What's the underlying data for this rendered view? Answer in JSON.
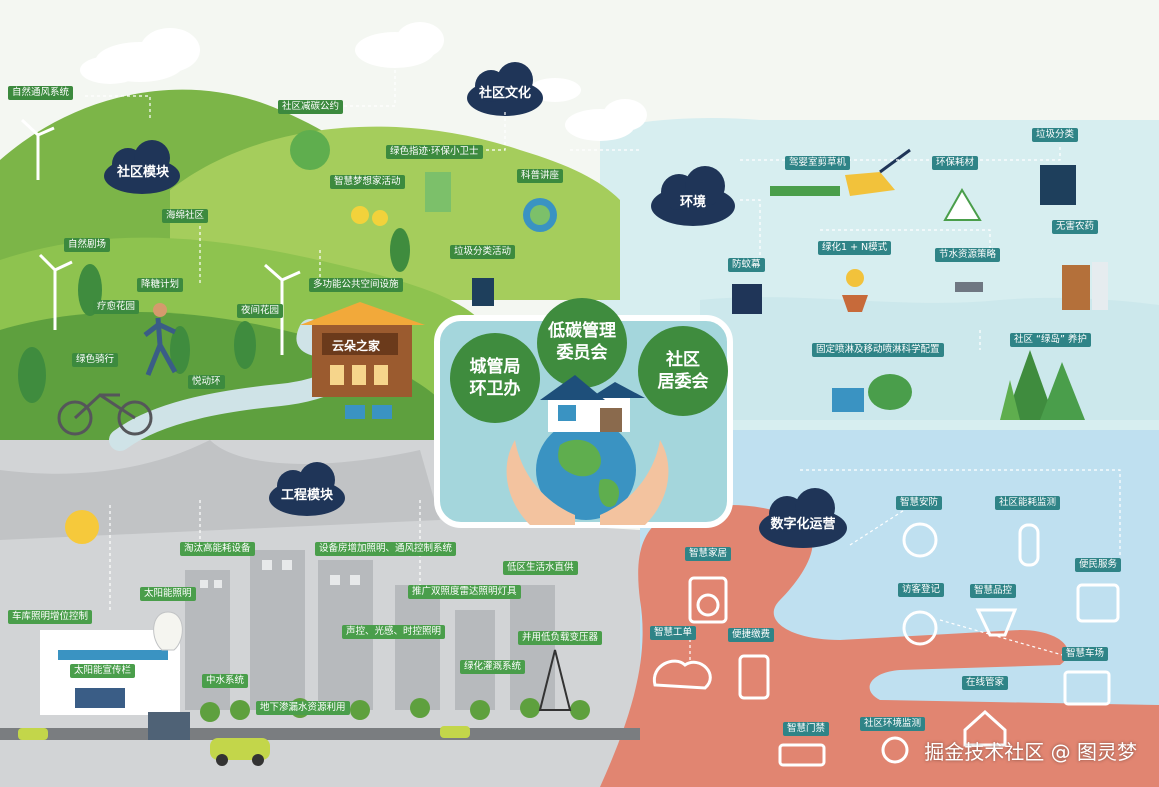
{
  "center": {
    "circles": [
      {
        "line1": "城管局",
        "line2": "环卫办"
      },
      {
        "line1": "低碳管理",
        "line2": "委员会"
      },
      {
        "line1": "社区",
        "line2": "居委会"
      }
    ]
  },
  "modules": {
    "community": "社区模块",
    "culture": "社区文化",
    "environment": "环境",
    "engineering": "工程模块",
    "digital": "数字化运营"
  },
  "community_labels": {
    "ventilation": "自然通风系统",
    "sponge": "海绵社区",
    "theater": "自然剧场",
    "cooling": "降糖计划",
    "healing_garden": "疗愈花园",
    "night_garden": "夜间花园",
    "public_space": "多功能公共空间设施",
    "green_ride": "绿色骑行",
    "joy_ring": "悦动环",
    "house_sign": "云朵之家"
  },
  "culture_labels": {
    "convention": "社区减碳公约",
    "guard": "绿色指迹·环保小卫士",
    "dream": "智慧梦想家活动",
    "lecture": "科普讲座",
    "waste_activity": "垃圾分类活动"
  },
  "environment_labels": {
    "mower": "驾婴室剪草机",
    "eco_material": "环保耗材",
    "sorting": "垃圾分类",
    "mosquito": "防蚊幕",
    "green_mode": "绿化1 + N模式",
    "water_saving": "节水资源策略",
    "pesticide": "无害农药",
    "spray": "固定喷淋及移动喷淋科学配置",
    "green_island": "社区 “绿岛” 养护"
  },
  "engineering_labels": {
    "eliminate": "淘汰高能耗设备",
    "lighting_add": "设备房增加照明、通风控制系统",
    "water_supply": "低区生活水直供",
    "solar_lighting": "太阳能照明",
    "radar_lamp": "推广双照度雷达照明灯具",
    "garage_lighting": "车库照明增位控制",
    "sound_control": "声控、光感、时控照明",
    "transformer": "并用低负载变压器",
    "solar_board": "太阳能宣传栏",
    "greening_water": "绿化灌溉系统",
    "reclaimed": "中水系统",
    "rain": "地下渗漏水资源利用"
  },
  "digital_labels": {
    "security": "智慧安防",
    "energy": "社区能耗监测",
    "home": "智慧家居",
    "visitor": "访客登记",
    "quality": "智慧品控",
    "service": "便民服务",
    "work_order": "智慧工单",
    "payment": "便捷缴费",
    "parking": "智慧车场",
    "steward": "在线管家",
    "door": "智慧门禁",
    "env_monitor": "社区环境监测"
  },
  "watermark": "掘金技术社区 @ 图灵梦",
  "colors": {
    "green": "#3c8a3e",
    "teal": "#2f8487",
    "navy": "#1f3558",
    "salmon": "#e18571",
    "sky": "#bfe0f0"
  }
}
